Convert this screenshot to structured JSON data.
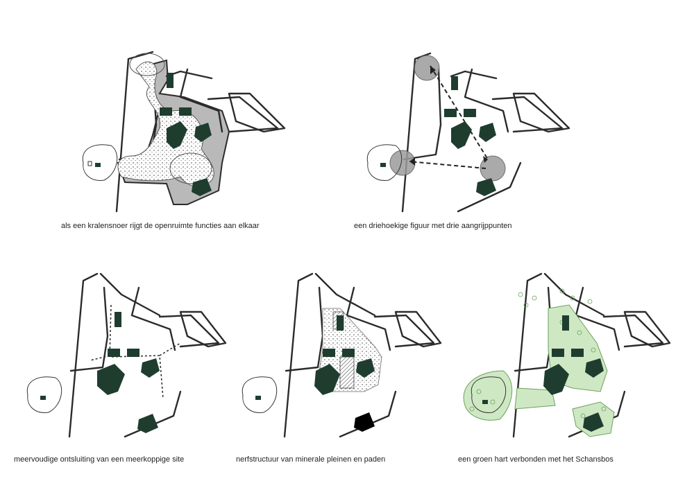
{
  "captions": {
    "p1": "als een kralensnoer rijgt de openruimte functies aan elkaar",
    "p2": "een driehoekige figuur met drie aangrijppunten",
    "p3": "meervoudige ontsluiting van een meerkoppige site",
    "p4": "nerfstructuur van minerale pleinen en paden",
    "p5": "een groen hart verbonden met het Schansbos"
  },
  "colors": {
    "building": "#1f3d2f",
    "road_stroke": "#2b2b2b",
    "grey_fill": "#b9b9b9",
    "green_fill": "#cfe8c4"
  }
}
